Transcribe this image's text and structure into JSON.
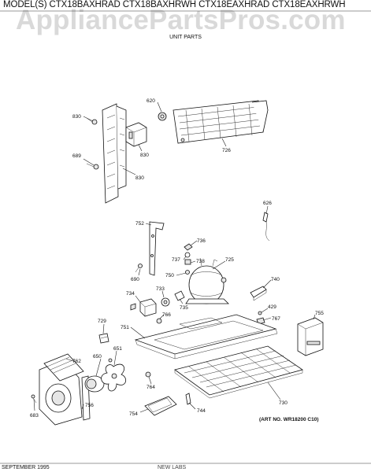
{
  "header": {
    "models": "MODEL(S) CTX18BAXHRAD  CTX18BAXHRWH  CTX18EAXHRAD  CTX18EAXHRWH",
    "watermark": "AppliancePartsPros.com",
    "section": "UNIT PARTS"
  },
  "diagram": {
    "art_no": "(ART NO. WR18200 C10)",
    "labels": {
      "l830a": "830",
      "l620": "620",
      "l830b": "830",
      "l689": "689",
      "l830c": "830",
      "l726": "726",
      "l626": "626",
      "l752": "752",
      "l736": "736",
      "l737": "737",
      "l738": "738",
      "l725": "725",
      "l750": "750",
      "l690": "690",
      "l740": "740",
      "l734": "734",
      "l733": "733",
      "l735": "735",
      "l429": "429",
      "l766": "766",
      "l767": "767",
      "l755": "755",
      "l729": "729",
      "l751": "751",
      "l651": "651",
      "l762": "762",
      "l650": "650",
      "l764": "764",
      "l730": "730",
      "l683": "683",
      "l756": "756",
      "l754": "754",
      "l744": "744"
    }
  },
  "footer": {
    "date": "SEPTEMBER 1995",
    "center": "NEW LABS"
  }
}
